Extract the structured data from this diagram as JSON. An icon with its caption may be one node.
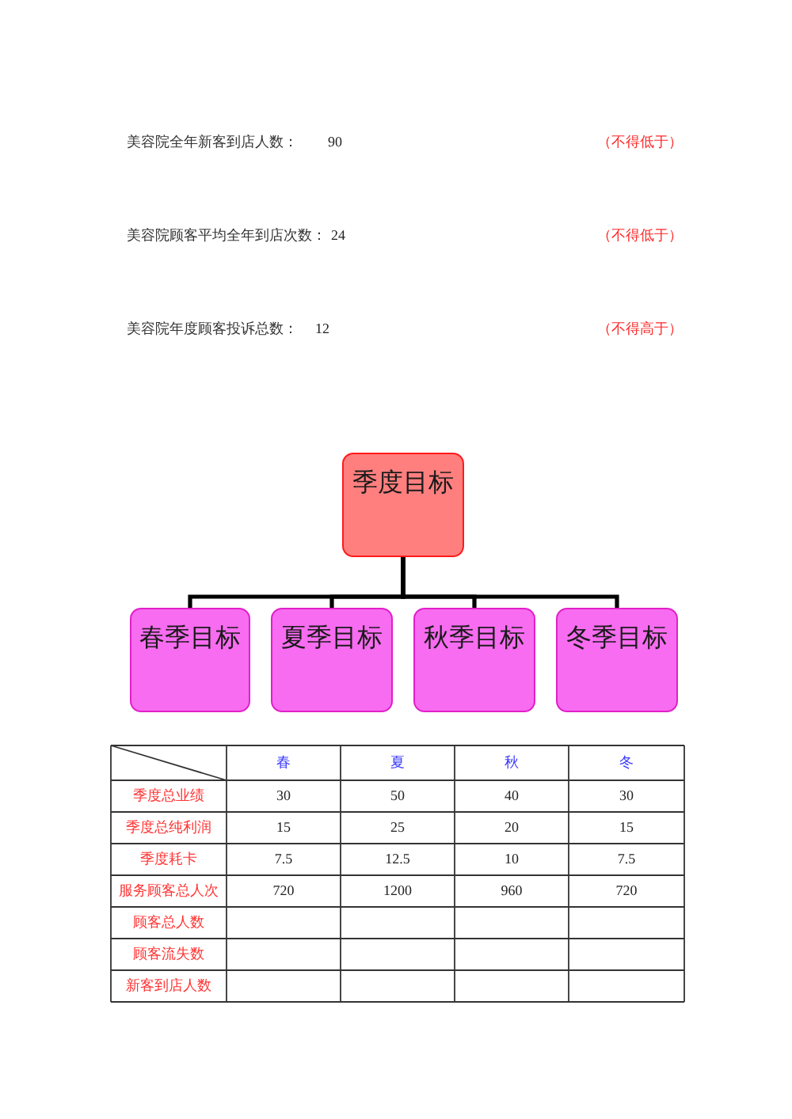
{
  "diagram": {
    "nodes": [
      {
        "text": [
          "季度目标"
        ]
      },
      {
        "text": [
          "春季目标"
        ]
      },
      {
        "text": [
          "夏季目标"
        ]
      },
      {
        "text": [
          "秋季目标"
        ]
      },
      {
        "text": [
          "冬季目标"
        ]
      }
    ],
    "edges": [
      {
        "from": 0,
        "to": 1,
        "arrow": "none"
      },
      {
        "from": 0,
        "to": 2,
        "arrow": "none"
      },
      {
        "from": 0,
        "to": 3,
        "arrow": "none"
      },
      {
        "from": 0,
        "to": 4,
        "arrow": "none"
      }
    ],
    "labels": [
      "美容院全年新客到店人数：",
      "90",
      "（不得低于）",
      "美容院顾客平均全年到店次数：",
      "24",
      "（不得低于）",
      "美容院年度顾客投诉总数：",
      "12",
      "（不得高于）",
      "春",
      "夏",
      "秋",
      "冬",
      "季度总业绩",
      "30",
      "50",
      "40",
      "30",
      "季度总纯利润",
      "15",
      "25",
      "20",
      "15",
      "季度耗卡",
      "7.5",
      "12.5",
      "10",
      "7.5",
      "服务顾客总人次",
      "720",
      "1200",
      "960",
      "720",
      "顾客总人数",
      "顾客流失数",
      "新客到店人数"
    ]
  }
}
